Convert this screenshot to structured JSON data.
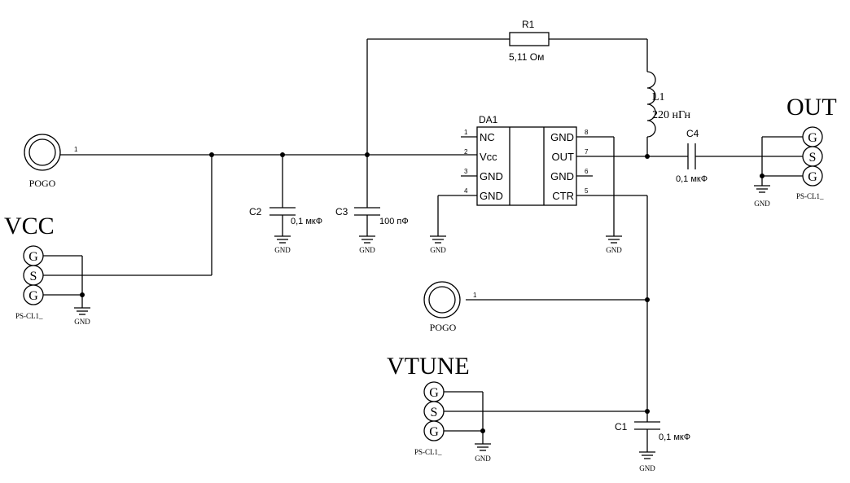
{
  "chip": {
    "ref": "DA1",
    "left_pins": [
      {
        "num": "1",
        "name": "NC"
      },
      {
        "num": "2",
        "name": "Vcc"
      },
      {
        "num": "3",
        "name": "GND"
      },
      {
        "num": "4",
        "name": "GND"
      }
    ],
    "right_pins": [
      {
        "num": "8",
        "name": "GND"
      },
      {
        "num": "7",
        "name": "OUT"
      },
      {
        "num": "6",
        "name": "GND"
      },
      {
        "num": "5",
        "name": "CTR"
      }
    ]
  },
  "resistor": {
    "ref": "R1",
    "value": "5,11 Ом"
  },
  "inductor": {
    "ref": "L1",
    "value": "220 нГн"
  },
  "caps": {
    "c1": {
      "ref": "C1",
      "value": "0,1 мкФ"
    },
    "c2": {
      "ref": "C2",
      "value": "0,1 мкФ"
    },
    "c3": {
      "ref": "C3",
      "value": "100 пФ"
    },
    "c4": {
      "ref": "C4",
      "value": "0,1 мкФ"
    }
  },
  "pogo": {
    "label": "POGO",
    "pin": "1"
  },
  "connectors": {
    "vcc": {
      "title": "VCC",
      "part": "PS-CL1_",
      "pins": [
        "G",
        "S",
        "G"
      ]
    },
    "out": {
      "title": "OUT",
      "part": "PS-CL1_",
      "pins": [
        "G",
        "S",
        "G"
      ]
    },
    "vtune": {
      "title": "VTUNE",
      "part": "PS-CL1_",
      "pins": [
        "G",
        "S",
        "G"
      ]
    }
  },
  "gnd_label": "GND"
}
